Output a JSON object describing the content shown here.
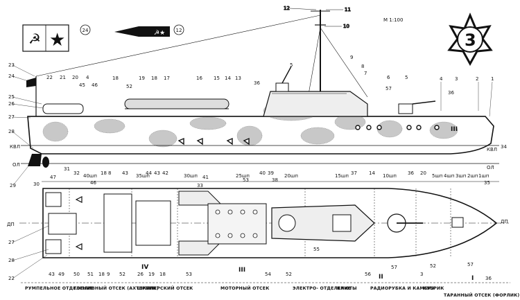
{
  "header": {
    "scale": "М 1:100",
    "badge_number": "3",
    "flag_ref_24": "24",
    "flag_ref_12": "12"
  },
  "side_labels": {
    "waterline": "КВЛ",
    "waterline_bow": "КВЛ",
    "baseline": "ОЛ",
    "baseline_bow": "ОЛ",
    "centerline_left": "ДП",
    "centerline_right": "ДП",
    "hull_number": "III"
  },
  "frames": [
    "40шп",
    "35шп",
    "30шп",
    "25шп",
    "20шп",
    "15шп",
    "10шп",
    "5шп",
    "4шп",
    "3шп",
    "2шп",
    "1шп"
  ],
  "sections": {
    "roman": [
      "IV",
      "III",
      "II",
      "I"
    ],
    "compartments": [
      "РУМПЕЛЬНОЕ ОТДЕЛЕНИЕ",
      "ТОПЛИВНЫЙ ОТСЕК (АХТЕРПИК)",
      "ШКИПЕРСКИЙ ОТСЕК",
      "МОТОРНЫЙ ОТСЕК",
      "ЭЛЕКТРО- ОТДЕЛЕНИЕ",
      "КАЮТЫ",
      "РАДИОРУБКА И КАМБУЗ",
      "КУБРИК",
      "ТАРАННЫЙ ОТСЕК (ФОРЛИК)"
    ]
  },
  "callouts_profile": [
    "23",
    "24",
    "25",
    "26",
    "27",
    "28",
    "29",
    "30",
    "22",
    "21",
    "20",
    "45",
    "4",
    "46",
    "18",
    "52",
    "19",
    "18",
    "17",
    "16",
    "15",
    "14",
    "13",
    "36",
    "5",
    "12",
    "11",
    "10",
    "9",
    "8",
    "7",
    "6",
    "57",
    "5",
    "4",
    "36",
    "3",
    "2",
    "1",
    "34",
    "31",
    "32",
    "47",
    "46",
    "18",
    "43",
    "44",
    "42",
    "41",
    "33",
    "53",
    "40",
    "39",
    "38",
    "37",
    "14",
    "36",
    "20",
    "35"
  ],
  "callouts_plan": [
    "27",
    "28",
    "22",
    "43",
    "49",
    "50",
    "51",
    "18",
    "9",
    "52",
    "26",
    "19",
    "18",
    "53",
    "54",
    "55",
    "52",
    "56",
    "57",
    "3",
    "52",
    "57",
    "36"
  ]
}
